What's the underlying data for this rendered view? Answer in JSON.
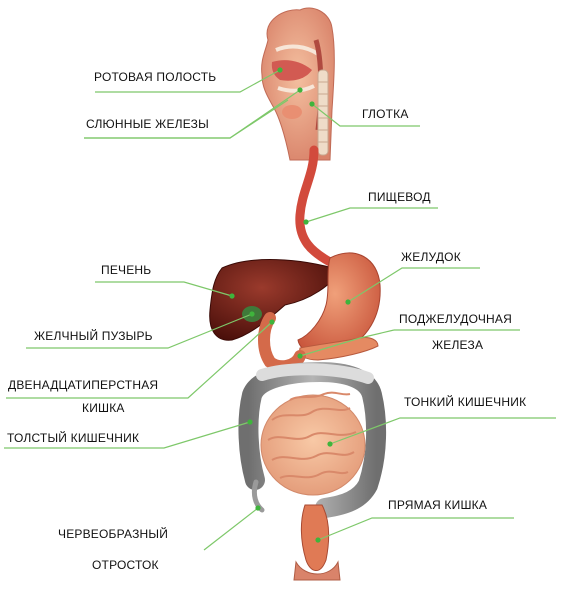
{
  "colors": {
    "leader": "#7ec86a",
    "dot": "#3fb43c",
    "flesh": "#e9a07c",
    "flesh_dark": "#c9685a",
    "tract": "#d24a3c",
    "liver": "#6e1a12",
    "stomach": "#e3744f",
    "colon": "#8a8a8a",
    "small_intestine": "#f2b08a",
    "rectum": "#d86a48"
  },
  "labels": {
    "mouth": "РОТОВАЯ ПОЛОСТЬ",
    "salivary": "СЛЮННЫЕ ЖЕЛЕЗЫ",
    "pharynx": "ГЛОТКА",
    "esophagus": "ПИЩЕВОД",
    "stomach": "ЖЕЛУДОК",
    "liver": "ПЕЧЕНЬ",
    "gallbladder": "ЖЕЛЧНЫЙ ПУЗЫРЬ",
    "pancreas_1": "ПОДЖЕЛУДОЧНАЯ",
    "pancreas_2": "ЖЕЛЕЗА",
    "duodenum_1": "ДВЕНАДЦАТИПЕРСТНАЯ",
    "duodenum_2": "КИШКА",
    "small_intestine": "ТОНКИЙ КИШЕЧНИК",
    "large_intestine": "ТОЛСТЫЙ КИШЕЧНИК",
    "rectum": "ПРЯМАЯ КИШКА",
    "appendix_1": "ЧЕРВЕОБРАЗНЫЙ",
    "appendix_2": "ОТРОСТОК"
  }
}
